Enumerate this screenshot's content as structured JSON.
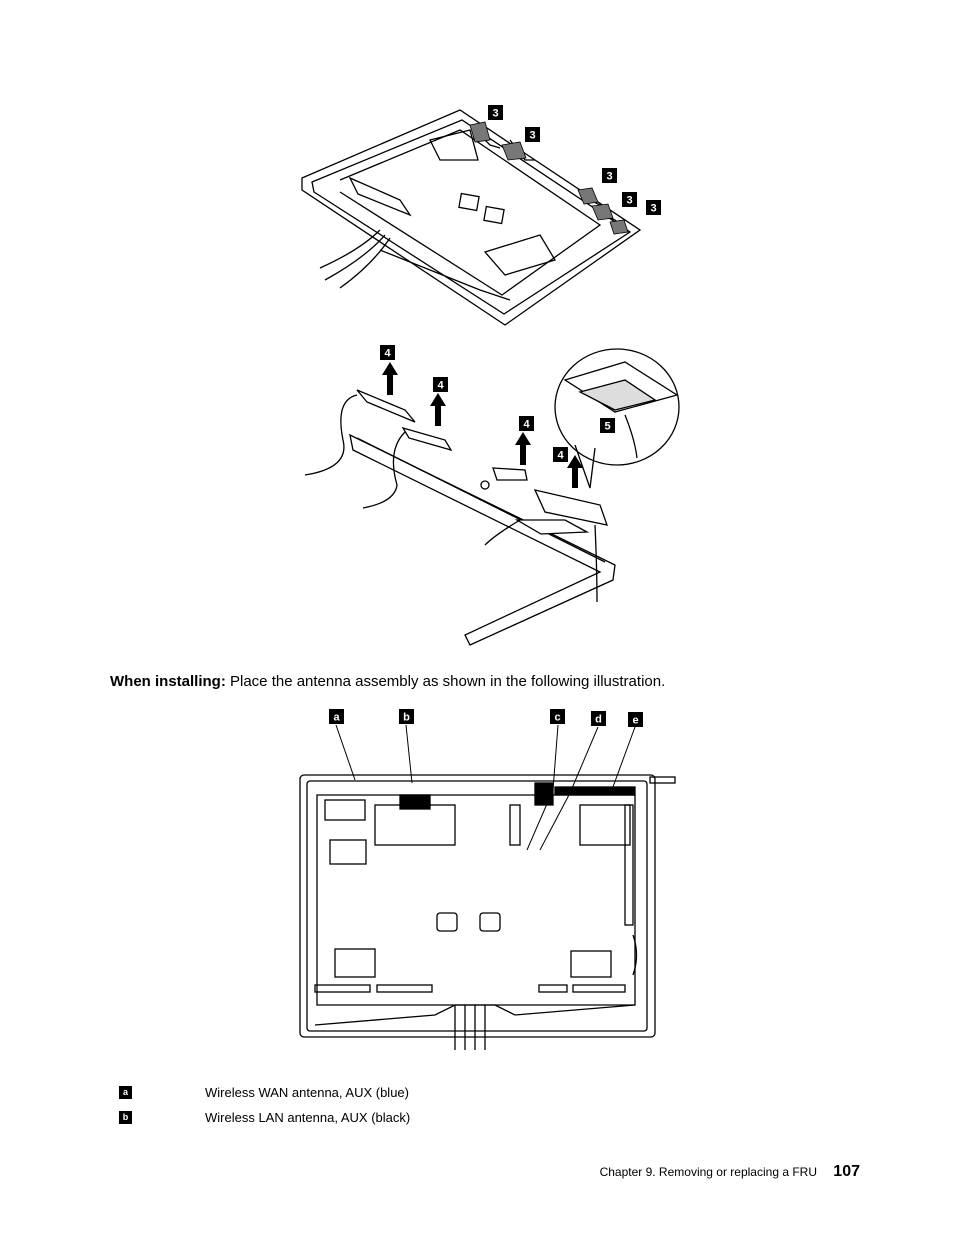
{
  "figure1": {
    "callouts": [
      "3",
      "3",
      "3",
      "3",
      "3"
    ]
  },
  "figure2": {
    "callouts": [
      "4",
      "4",
      "4",
      "4",
      "5"
    ]
  },
  "instruction": {
    "label": "When installing:",
    "text": "Place the antenna assembly as shown in the following illustration."
  },
  "figure3": {
    "callouts": [
      "a",
      "b",
      "c",
      "d",
      "e"
    ]
  },
  "legend": [
    {
      "key": "a",
      "text": "Wireless WAN antenna, AUX (blue)"
    },
    {
      "key": "b",
      "text": "Wireless LAN antenna, AUX (black)"
    }
  ],
  "footer": {
    "chapter": "Chapter 9. Removing or replacing a FRU",
    "page": "107"
  }
}
